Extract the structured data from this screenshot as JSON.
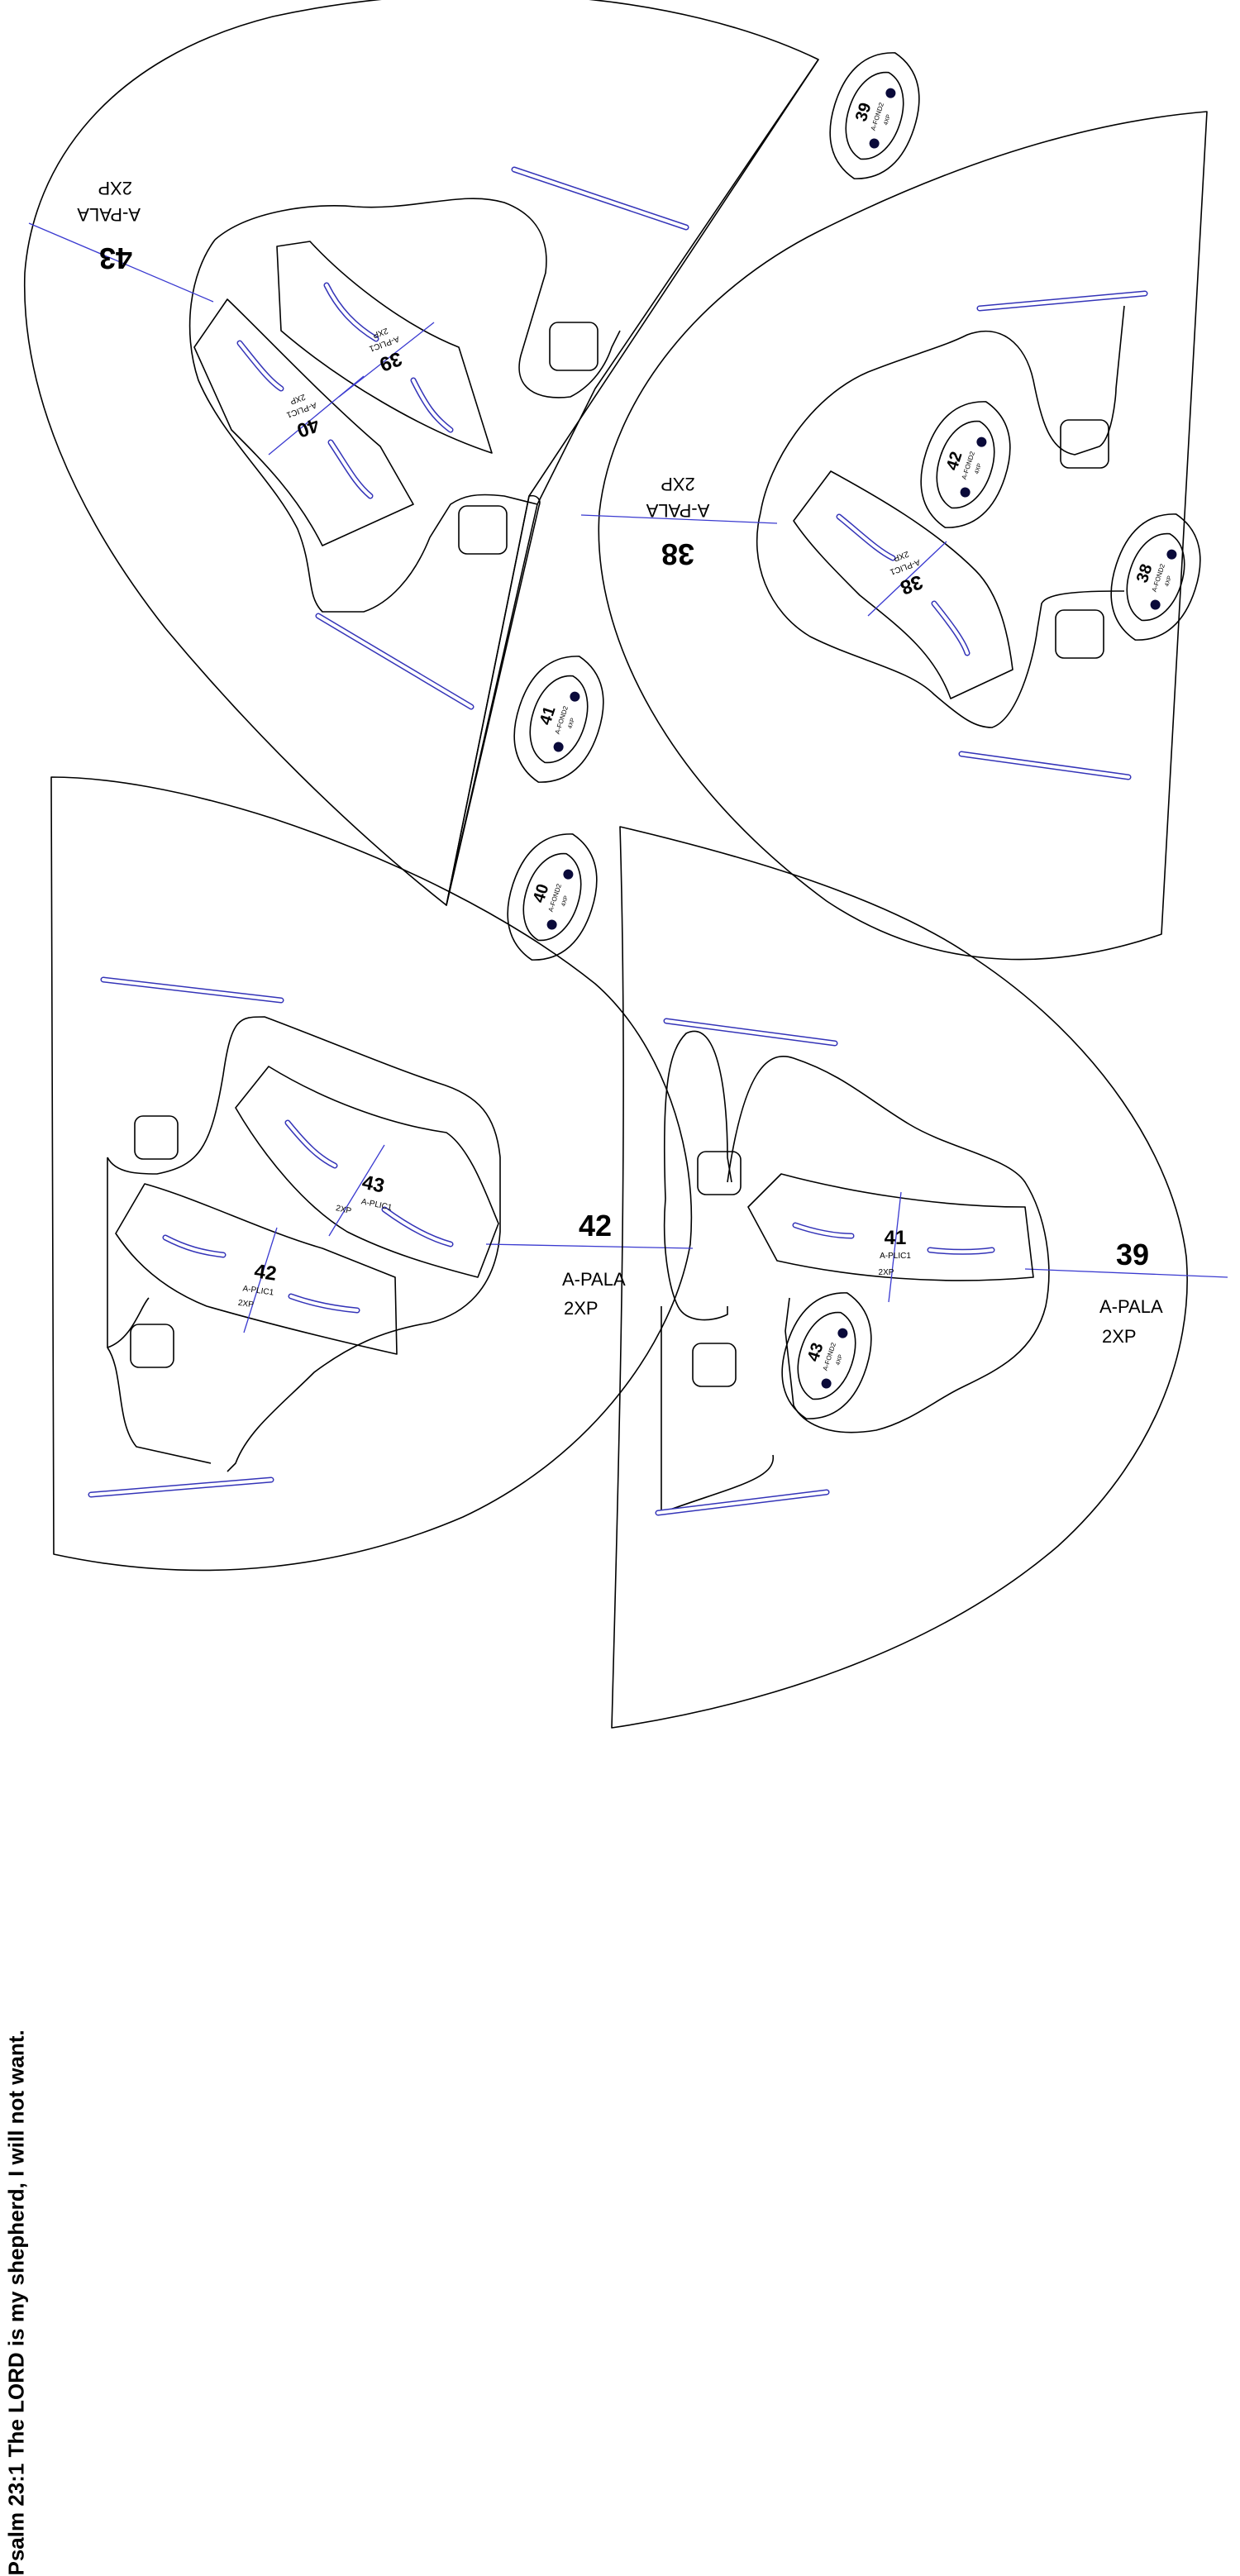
{
  "sheet": {
    "caption": "Psalm 23:1 The LORD is my shepherd, I will not want."
  },
  "pieces": {
    "pala_43": {
      "number": "43",
      "name": "A-PALA",
      "qty": "2XP"
    },
    "pala_38": {
      "number": "38",
      "name": "A-PALA",
      "qty": "2XP"
    },
    "pala_42": {
      "number": "42",
      "name": "A-PALA",
      "qty": "2XP"
    },
    "pala_39": {
      "number": "39",
      "name": "A-PALA",
      "qty": "2XP"
    },
    "plic_39": {
      "number": "39",
      "name": "A-PLIC1",
      "qty": "2XP"
    },
    "plic_40": {
      "number": "40",
      "name": "A-PLIC1",
      "qty": "2XP"
    },
    "plic_38": {
      "number": "38",
      "name": "A-PLIC1",
      "qty": "2XP"
    },
    "plic_43": {
      "number": "43",
      "name": "A-PLIC1",
      "qty": "2XP"
    },
    "plic_42": {
      "number": "42",
      "name": "A-PLIC1",
      "qty": "2XP"
    },
    "plic_41": {
      "number": "41",
      "name": "A-PLIC1",
      "qty": "2XP"
    },
    "fond_39": {
      "number": "39",
      "name": "A-FOND2",
      "qty": "4XP"
    },
    "fond_42": {
      "number": "42",
      "name": "A-FOND2",
      "qty": "4XP"
    },
    "fond_38": {
      "number": "38",
      "name": "A-FOND2",
      "qty": "4XP"
    },
    "fond_41": {
      "number": "41",
      "name": "A-FOND2",
      "qty": "4XP"
    },
    "fond_40": {
      "number": "40",
      "name": "A-FOND2",
      "qty": "4XP"
    },
    "fond_43": {
      "number": "43",
      "name": "A-FOND2",
      "qty": "4XP"
    }
  }
}
